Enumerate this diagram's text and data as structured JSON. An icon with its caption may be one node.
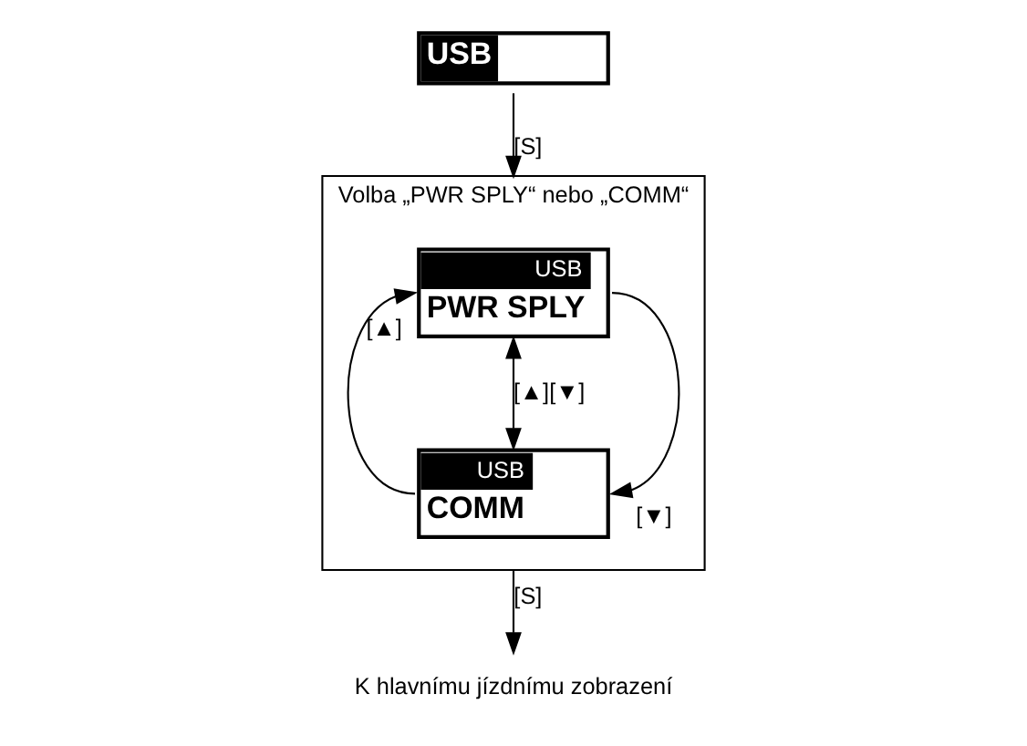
{
  "diagram": {
    "nodes": [
      {
        "text": [
          "USB"
        ]
      },
      {
        "text": [
          "Volba „PWR SPLY“ nebo „COMM“"
        ]
      },
      {
        "text": [
          "USB",
          "PWR SPLY"
        ],
        "in": 1
      },
      {
        "text": [
          "USB",
          "COMM"
        ],
        "in": 1
      },
      {
        "text": [
          "K hlavnímu jízdnímu zobrazení"
        ]
      }
    ],
    "edges": [
      {
        "from": 0,
        "to": 1,
        "arrow": "to",
        "label": "[S]"
      },
      {
        "from": 3,
        "to": 2,
        "arrow": "to",
        "label": "[▲]"
      },
      {
        "from": 2,
        "to": 3,
        "arrow": "both",
        "label": "[▲][▼]"
      },
      {
        "from": 2,
        "to": 3,
        "arrow": "to",
        "label": "[▼]"
      },
      {
        "from": 1,
        "to": 4,
        "arrow": "to",
        "label": "[S]"
      }
    ]
  }
}
